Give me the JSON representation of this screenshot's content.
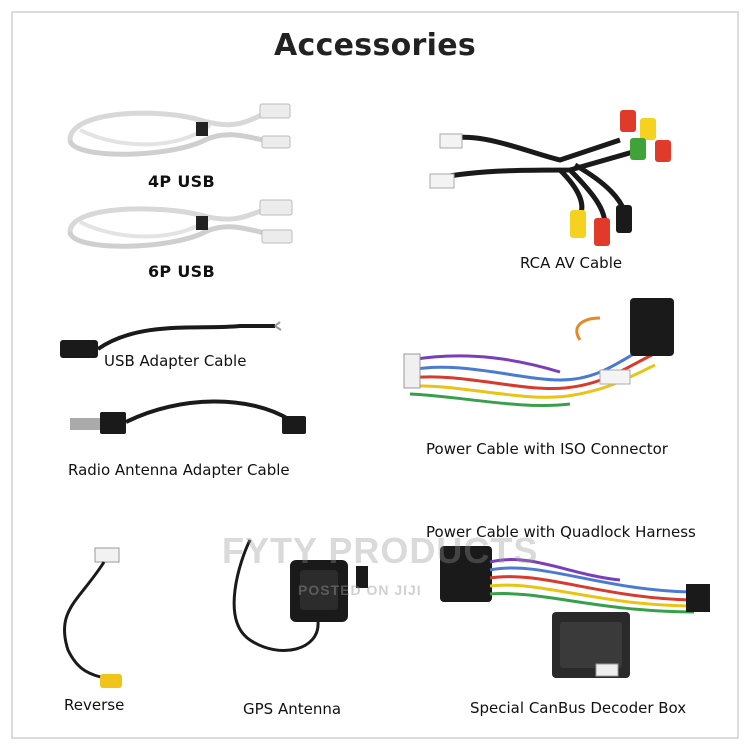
{
  "title": "Accessories",
  "items": [
    {
      "label": "4P USB"
    },
    {
      "label": "6P USB"
    },
    {
      "label": "USB Adapter Cable"
    },
    {
      "label": "Radio Antenna Adapter Cable"
    },
    {
      "label": "RCA AV Cable"
    },
    {
      "label": "Power Cable with ISO Connector"
    },
    {
      "label": "Power Cable with Quadlock Harness"
    },
    {
      "label": "Reverse"
    },
    {
      "label": "GPS Antenna"
    },
    {
      "label": "Special CanBus Decoder Box"
    }
  ],
  "watermark": {
    "line1": "FYTY PRODUCTS",
    "line2": "POSTED ON JIJI"
  },
  "colors": {
    "border": "#dcdcdc",
    "text": "#111111",
    "cable_gray": "#d9d9d9",
    "cable_black": "#1a1a1a"
  }
}
